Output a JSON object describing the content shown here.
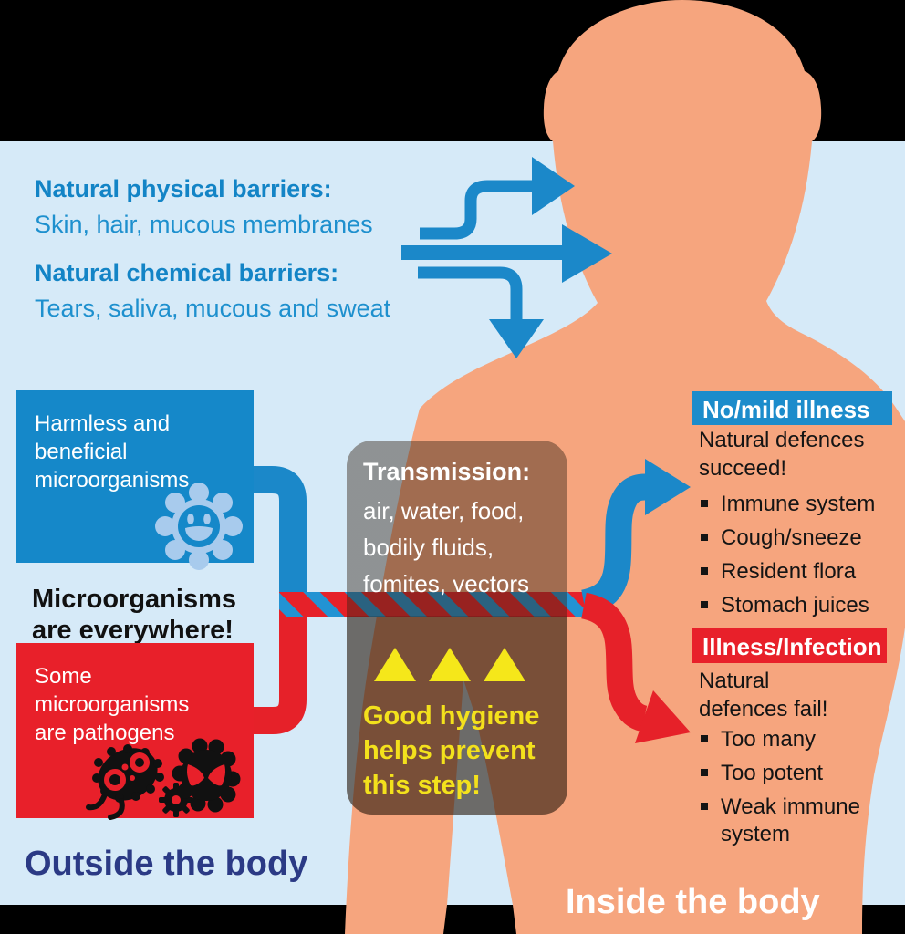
{
  "colors": {
    "background": "#000000",
    "panel_light_blue": "#D6EAF8",
    "body_skin": "#F6A57E",
    "primary_blue": "#1B88C9",
    "stripe_blue": "#2293D3",
    "primary_red": "#E8202A",
    "navy": "#2B3A85",
    "yellow": "#F5E71A",
    "microbe_light_blue": "#A8CBED"
  },
  "barriers": {
    "physical": {
      "title": "Natural physical barriers:",
      "desc": "Skin, hair, mucous membranes"
    },
    "chemical": {
      "title": "Natural chemical barriers:",
      "desc": "Tears, saliva, mucous and sweat"
    }
  },
  "outside": {
    "harmless_box": {
      "lines": [
        "Harmless and",
        "beneficial",
        "microorganisms"
      ]
    },
    "everywhere": {
      "lines": [
        "Microorganisms",
        "are everywhere!"
      ]
    },
    "pathogen_box": {
      "lines": [
        "Some",
        "microorganisms",
        "are pathogens"
      ]
    },
    "label": "Outside the body"
  },
  "transmission": {
    "title": "Transmission:",
    "lines": [
      "air, water, food,",
      "bodily fluids,",
      "fomites, vectors"
    ],
    "warning_lines": [
      "Good hygiene",
      "helps prevent",
      "this step!"
    ]
  },
  "inside": {
    "mild": {
      "header": "No/mild illness",
      "sub_lines": [
        "Natural defences",
        "succeed!"
      ],
      "bullets": [
        "Immune system",
        "Cough/sneeze",
        "Resident flora",
        "Stomach juices"
      ]
    },
    "illness": {
      "header": "Illness/Infection",
      "sub_lines": [
        "Natural",
        "defences fail!"
      ],
      "bullets": [
        "Too many",
        "Too potent",
        "Weak immune system"
      ]
    },
    "label": "Inside the body"
  }
}
